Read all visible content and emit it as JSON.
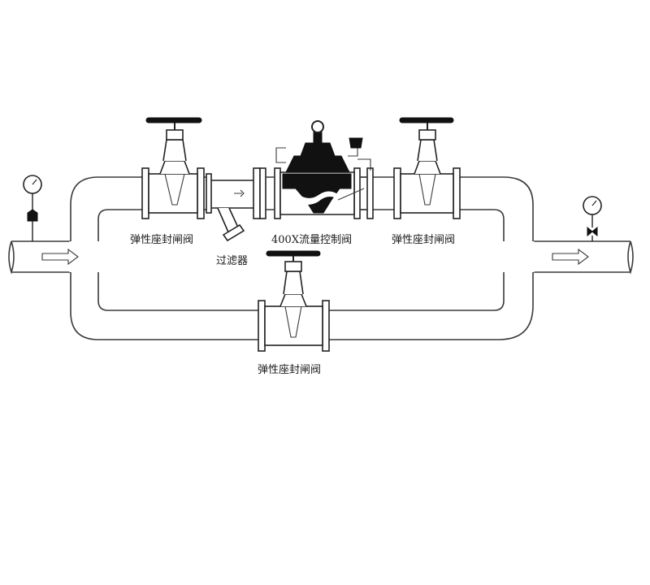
{
  "labels": {
    "gate_valve_left": "弹性座封闸阀",
    "flow_control_valve": "400X流量控制阀",
    "gate_valve_right": "弹性座封闸阀",
    "strainer": "过滤器",
    "gate_valve_bypass": "弹性座封闸阀"
  },
  "icons": {
    "inlet_gauge": "pressure-gauge-icon",
    "outlet_gauge": "pressure-gauge-icon",
    "flow_arrow": "right-arrow-icon"
  }
}
